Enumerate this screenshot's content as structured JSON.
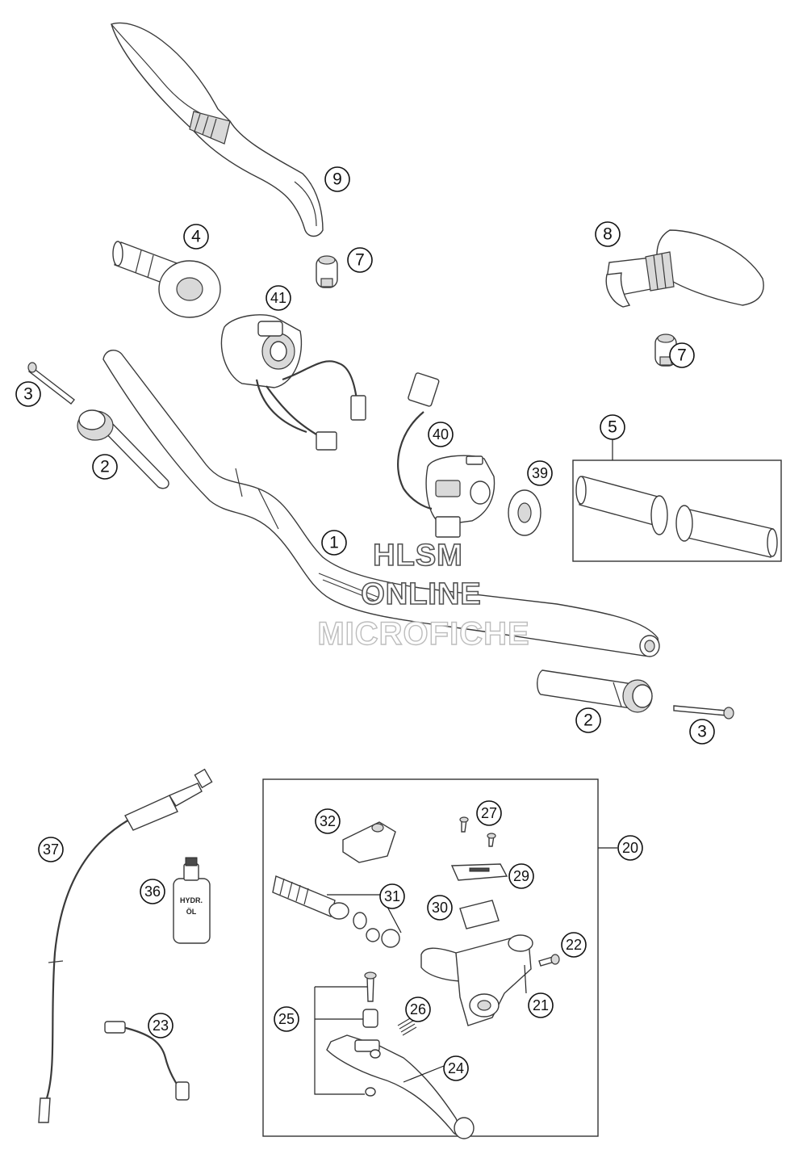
{
  "callouts": [
    {
      "id": "c9",
      "label": "9"
    },
    {
      "id": "c4",
      "label": "4"
    },
    {
      "id": "c7a",
      "label": "7"
    },
    {
      "id": "c41",
      "label": "41"
    },
    {
      "id": "c8",
      "label": "8"
    },
    {
      "id": "c7b",
      "label": "7"
    },
    {
      "id": "c3a",
      "label": "3"
    },
    {
      "id": "c2a",
      "label": "2"
    },
    {
      "id": "c40",
      "label": "40"
    },
    {
      "id": "c39",
      "label": "39"
    },
    {
      "id": "c5",
      "label": "5"
    },
    {
      "id": "c1",
      "label": "1"
    },
    {
      "id": "c2b",
      "label": "2"
    },
    {
      "id": "c3b",
      "label": "3"
    },
    {
      "id": "c37",
      "label": "37"
    },
    {
      "id": "c36",
      "label": "36"
    },
    {
      "id": "c23",
      "label": "23"
    },
    {
      "id": "c32",
      "label": "32"
    },
    {
      "id": "c27",
      "label": "27"
    },
    {
      "id": "c20",
      "label": "20"
    },
    {
      "id": "c29",
      "label": "29"
    },
    {
      "id": "c31",
      "label": "31"
    },
    {
      "id": "c30",
      "label": "30"
    },
    {
      "id": "c22",
      "label": "22"
    },
    {
      "id": "c21",
      "label": "21"
    },
    {
      "id": "c25",
      "label": "25"
    },
    {
      "id": "c26",
      "label": "26"
    },
    {
      "id": "c24",
      "label": "24"
    }
  ],
  "watermark": {
    "line1": "HLSM",
    "line2": "ONLINE",
    "line3": "MICROFICHE"
  },
  "bottle_label": {
    "line1": "HYDR.",
    "line2": "ÖL"
  }
}
